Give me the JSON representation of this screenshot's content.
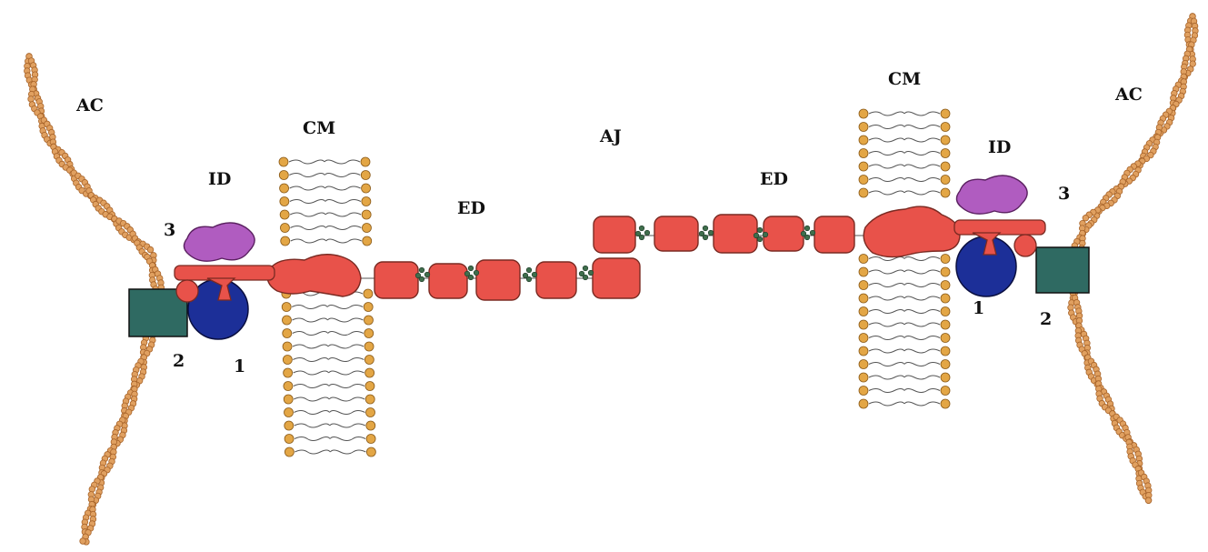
{
  "labels": {
    "ac_left": "AC",
    "ac_right": "AC",
    "cm_left": "CM",
    "cm_right": "CM",
    "id_left": "ID",
    "id_right": "ID",
    "ed_left": "ED",
    "ed_right": "ED",
    "aj": "AJ",
    "num1_left": "1",
    "num2_left": "2",
    "num3_left": "3",
    "num1_right": "1",
    "num2_right": "2",
    "num3_right": "3"
  },
  "colors": {
    "actin": "#e0a060",
    "lipid_head": "#e3a645",
    "lipid_tail": "#555555",
    "cadherin": "#e8524a",
    "cadherin_stroke": "#7a2a22",
    "calcium": "#3f6e4c",
    "protein_1": "#1c2f98",
    "protein_2": "#2f6a62",
    "protein_3": "#b05cc0",
    "adaptor": "#e8524a"
  }
}
